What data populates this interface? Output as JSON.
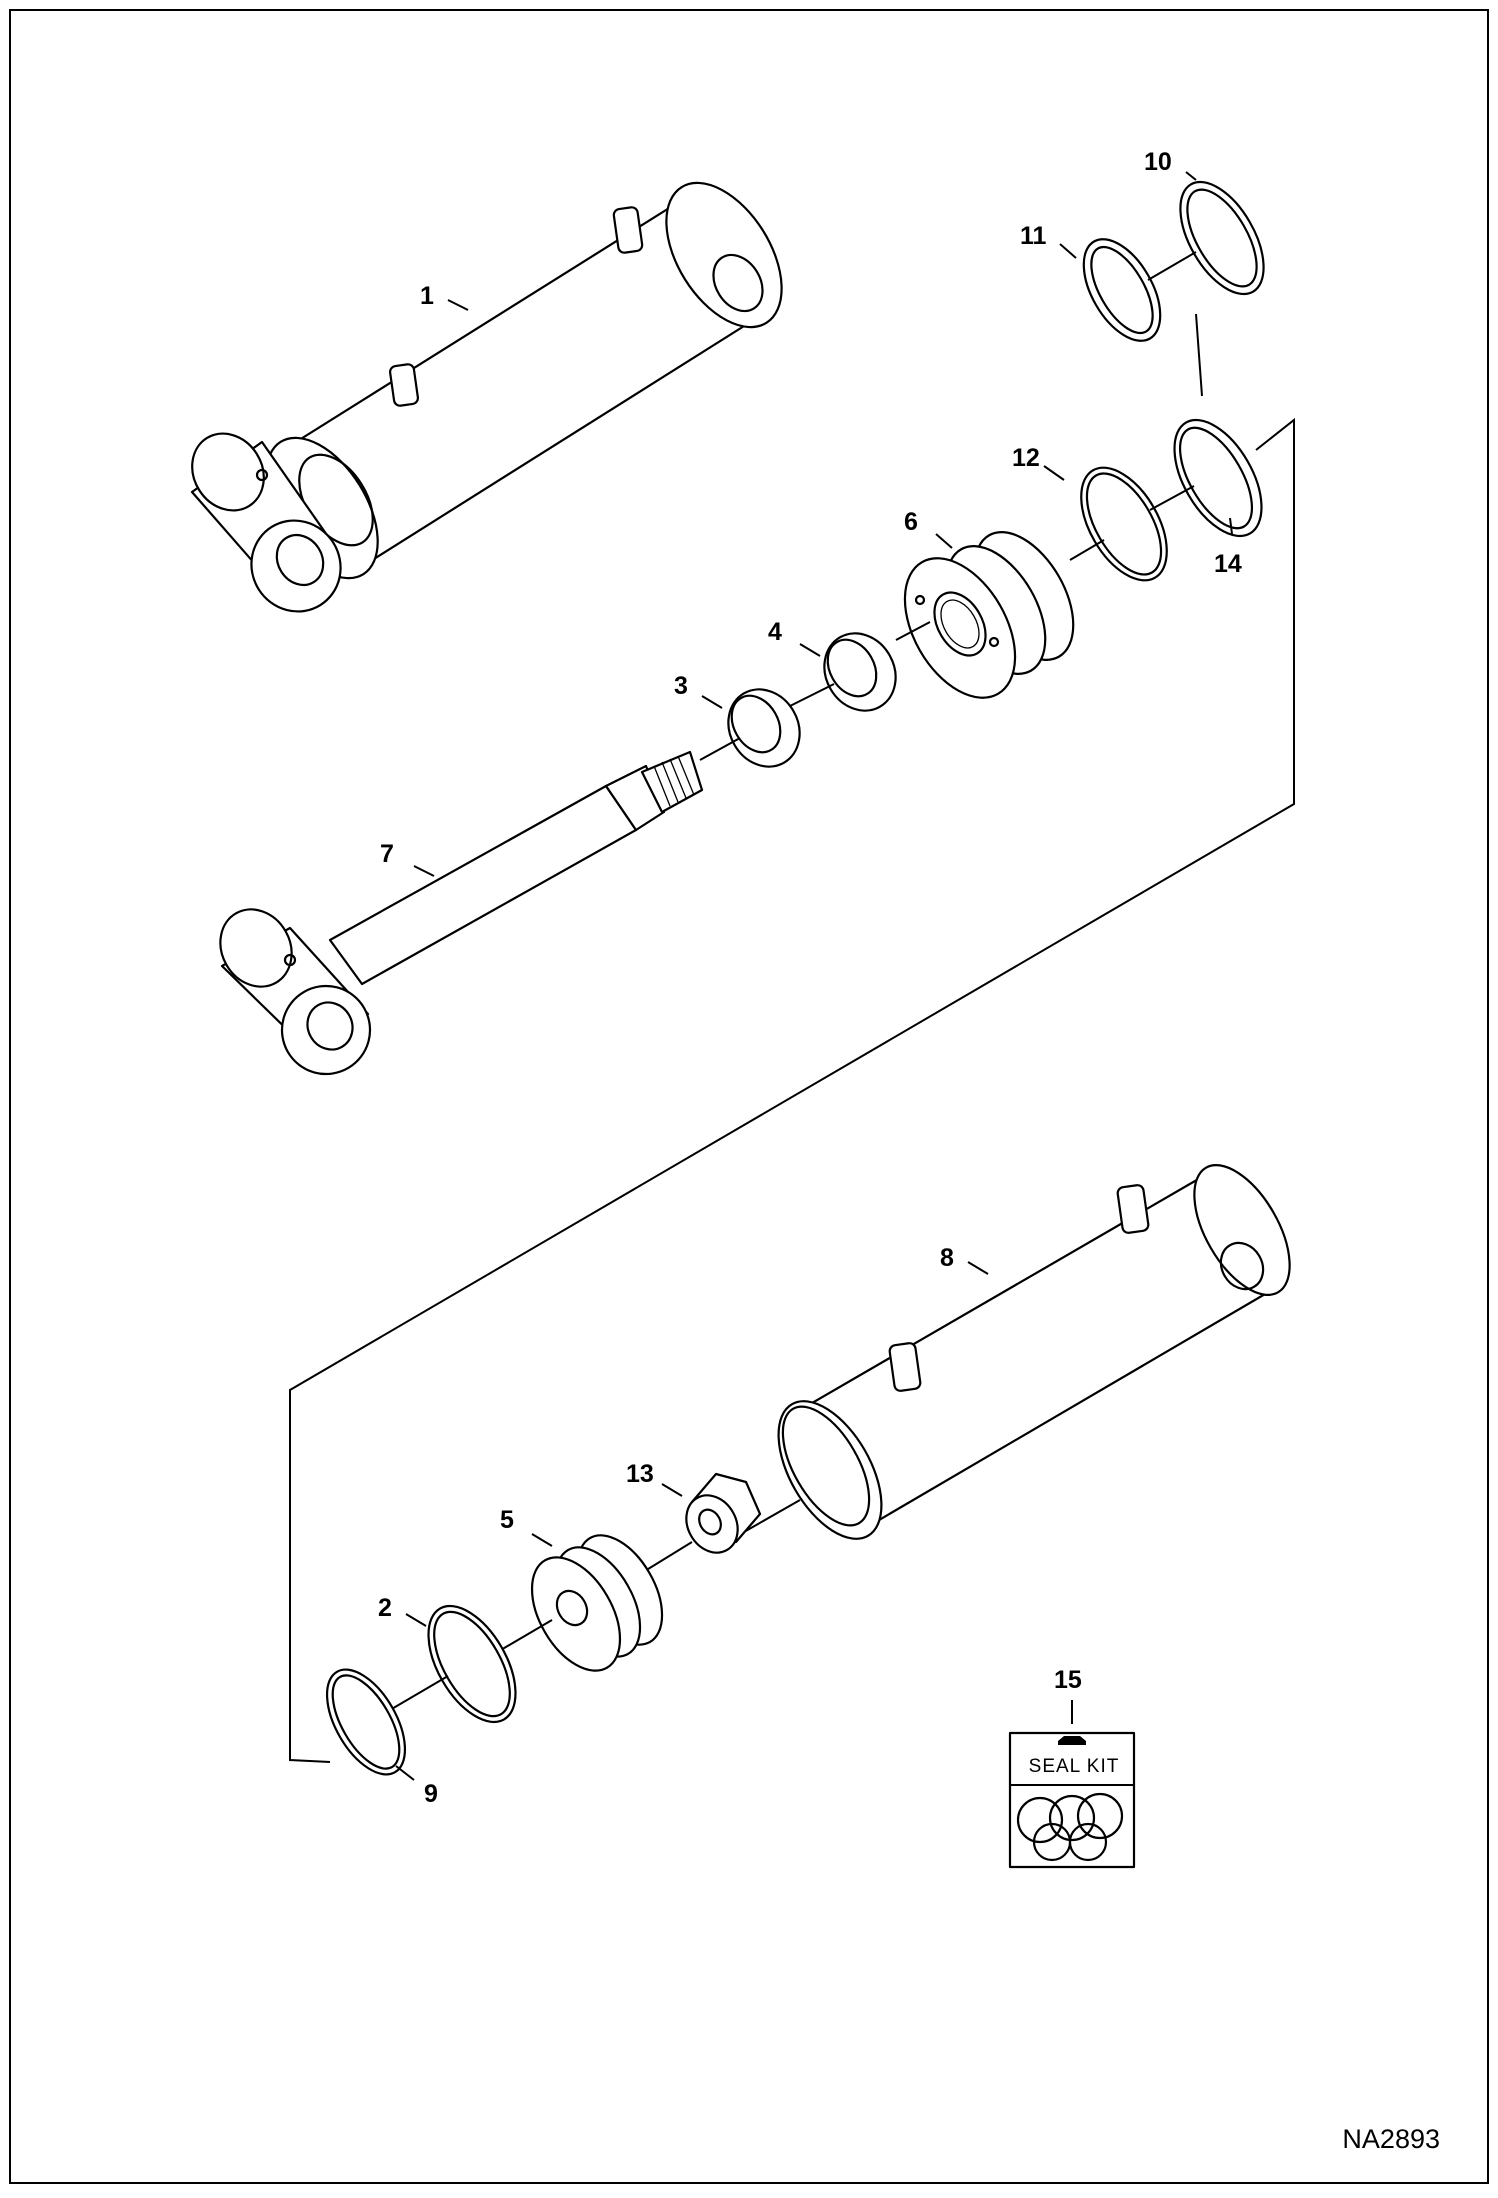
{
  "drawing": {
    "code": "NA2893",
    "seal_kit_label": "SEAL KIT"
  },
  "callouts": {
    "c1": "1",
    "c2": "2",
    "c3": "3",
    "c4": "4",
    "c5": "5",
    "c6": "6",
    "c7": "7",
    "c8": "8",
    "c9": "9",
    "c10": "10",
    "c11": "11",
    "c12": "12",
    "c13": "13",
    "c14": "14",
    "c15": "15"
  },
  "icons": {
    "rod_end": "cylinder-rod-icon",
    "barrel": "cylinder-barrel-icon",
    "gland": "gland-icon",
    "piston": "piston-icon",
    "nut": "hex-nut-icon",
    "seal": "seal-ring-icon",
    "kit": "seal-kit-icon"
  }
}
